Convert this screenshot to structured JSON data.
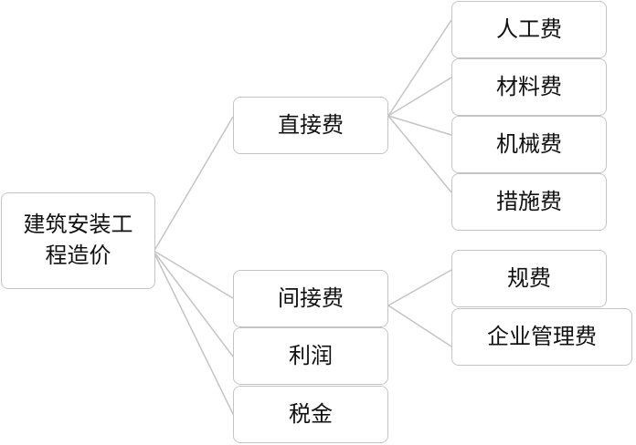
{
  "root": {
    "label": "建筑安装工程造价"
  },
  "level1": {
    "direct": "直接费",
    "indirect": "间接费",
    "profit": "利润",
    "tax": "税金"
  },
  "direct_children": {
    "labor": "人工费",
    "material": "材料费",
    "machine": "机械费",
    "measure": "措施费"
  },
  "indirect_children": {
    "fees": "规费",
    "management": "企业管理费"
  }
}
